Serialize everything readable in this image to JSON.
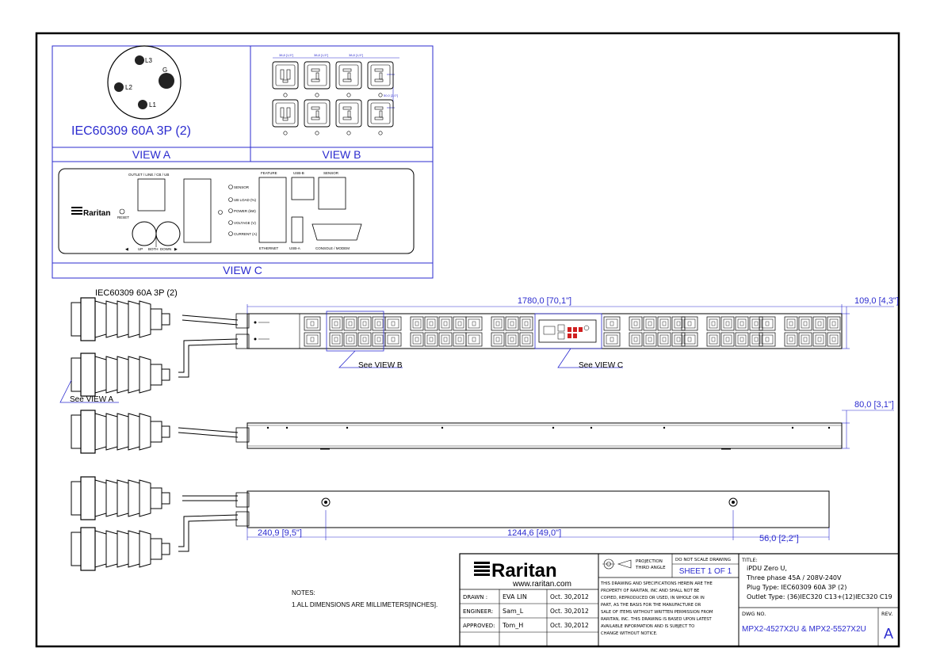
{
  "view_a": {
    "pins": [
      "L3",
      "G",
      "L2",
      "L1"
    ],
    "plug_label": "IEC60309 60A 3P (2)",
    "caption": "VIEW A"
  },
  "view_b": {
    "caption": "VIEW B",
    "dim_small": "38,8 [1,5\"]",
    "dim_right": "50,0 [2,0\"]"
  },
  "view_c": {
    "caption": "VIEW C",
    "outlet_label": "OUTLET / LINE / CB / UB",
    "brand": "Raritan",
    "reset": "RESET",
    "indicators": [
      "SENSOR",
      "UB LOAD (%)",
      "POWER (kW)",
      "VOLTAGE (V)",
      "CURRENT (A)"
    ],
    "buttons": [
      "UP",
      "BOTH",
      "DOWN"
    ],
    "ports": {
      "feature": "FEATURE",
      "usb_b": "USB-B",
      "sensor": "SENSOR",
      "ethernet": "ETHERNET",
      "usb_a": "USB-A",
      "console": "CONSOLE / MODEM"
    }
  },
  "front": {
    "plug_label": "IEC60309 60A 3P (2)",
    "dim_length": "1780,0 [70,1\"]",
    "dim_width": "109,0 [4,3\"]",
    "see_view_a": "See VIEW A",
    "see_view_b": "See VIEW B",
    "see_view_c": "See VIEW C"
  },
  "side": {
    "dim_depth": "80,0 [3,1\"]"
  },
  "back": {
    "dim_left": "240,9 [9,5\"]",
    "dim_mid": "1244,6 [49,0\"]",
    "dim_right": "56,0 [2,2\"]"
  },
  "notes": {
    "title": "NOTES:",
    "items": [
      "1.ALL DIMENSIONS ARE MILLIMETERS[INCHES]."
    ]
  },
  "title_block": {
    "brand": "Raritan",
    "url": "www.raritan.com",
    "drawn_label": "DRAWN :",
    "drawn_name": "EVA LIN",
    "drawn_date": "Oct. 30,2012",
    "engineer_label": "ENGINEER:",
    "engineer_name": "Sam_L",
    "engineer_date": "Oct. 30,2012",
    "approved_label": "APPROVED:",
    "approved_name": "Tom_H",
    "approved_date": "Oct. 30,2012",
    "projection": "PROJECTION",
    "third_angle": "THIRD ANGLE",
    "do_not_scale": "DO NOT SCALE DRAWING",
    "sheet": "SHEET 1 OF 1",
    "disclaimer": [
      "THIS DRAWING AND SPECIFICATIONS HEREIN ARE THE",
      "PROPERTY OF RARITAN, INC AND SHALL NOT BE",
      "COPIED, REPRODUCED OR USED, IN WHOLE OR IN",
      "PART, AS THE BASIS FOR THE MANUFACTURE OR",
      "SALE OF ITEMS WITHOUT WRITTEN PERMISSION FROM",
      "RARITAN, INC. THIS DRAWING IS BASED UPON LATEST",
      "AVAILABLE INFORMATION AND IS SUBJECT TO",
      "CHANGE WITHOUT NOTICE."
    ],
    "title_label": "TITLE:",
    "title_lines": [
      "iPDU Zero U,",
      "Three phase 45A / 208V-240V",
      "Plug Type: IEC60309 60A 3P (2)",
      "Outlet Type: (36)IEC320 C13+(12)IEC320 C19"
    ],
    "dwg_label": "DWG NO.",
    "dwg_no": "MPX2-4527X2U  & MPX2-5527X2U",
    "rev_label": "REV.",
    "rev": "A"
  },
  "colors": {
    "ink": "#000000",
    "dimension": "#2b2bcf",
    "accent_red": "#d02020"
  }
}
